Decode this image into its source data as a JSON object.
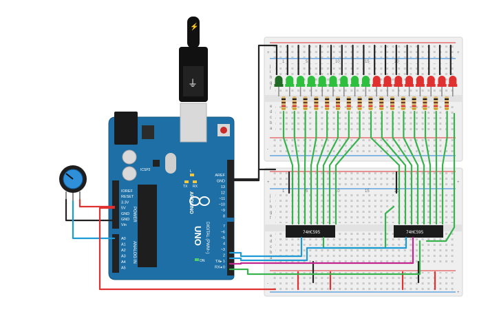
{
  "arduino": {
    "logo_text": "ARDUINO",
    "model_text": "UNO",
    "icsp_label": "ICSP2",
    "led_labels": {
      "l": "L",
      "tx": "TX",
      "rx": "RX",
      "on": "ON"
    },
    "header_digital_title": "DIGITAL (PWM~)",
    "header_power_title": "POWER",
    "header_analog_title": "ANALOG IN",
    "digital_pins": [
      "AREF",
      "GND",
      "13",
      "12",
      "~11",
      "~10",
      "~9",
      "8",
      "7",
      "~6",
      "~5",
      "4",
      "~3",
      "2",
      "TX▸ 1",
      "RX◂ 0"
    ],
    "power_pins": [
      "IOREF",
      "RESET",
      "3.3V",
      "5V",
      "GND",
      "GND",
      "Vin"
    ],
    "analog_pins": [
      "A0",
      "A1",
      "A2",
      "A3",
      "A4",
      "A5"
    ]
  },
  "chips": [
    {
      "id": "left",
      "label": "74HC595"
    },
    {
      "id": "right",
      "label": "74HC595"
    }
  ],
  "leds": {
    "colors": [
      "#1f6b25",
      "#2fbf3f",
      "#2fbf3f",
      "#2fbf3f",
      "#2fbf3f",
      "#2fbf3f",
      "#2fbf3f",
      "#2fbf3f",
      "#2fbf3f",
      "#e03131",
      "#e03131",
      "#e03131",
      "#e03131",
      "#e03131",
      "#e03131",
      "#e03131",
      "#e03131"
    ]
  },
  "breadboard": {
    "rail_plus": "+",
    "rail_minus": "-",
    "row_letters_top": [
      "j",
      "i",
      "h",
      "g",
      "f"
    ],
    "row_letters_bottom": [
      "e",
      "d",
      "c",
      "b",
      "a"
    ],
    "column_numbers": [
      "1",
      "5",
      "10",
      "15",
      "20"
    ]
  },
  "wire_colors": {
    "power": "#e03131",
    "ground": "#222222",
    "signal_green": "#37b24d",
    "signal_blue": "#1c9ad6",
    "signal_magenta": "#c2258e"
  }
}
